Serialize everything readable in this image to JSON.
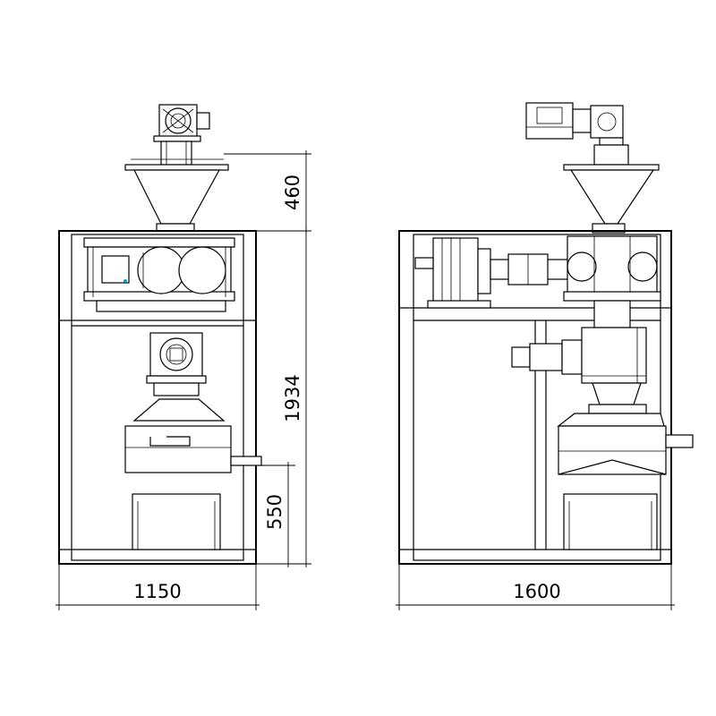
{
  "dimensions": {
    "left_view": {
      "width": "1150",
      "hopper_height": "460",
      "frame_height": "1934",
      "outlet_height": "550"
    },
    "right_view": {
      "width": "1600"
    }
  },
  "colors": {
    "line": "#000000",
    "background": "#ffffff",
    "accent_dot": "#00a0c0"
  }
}
